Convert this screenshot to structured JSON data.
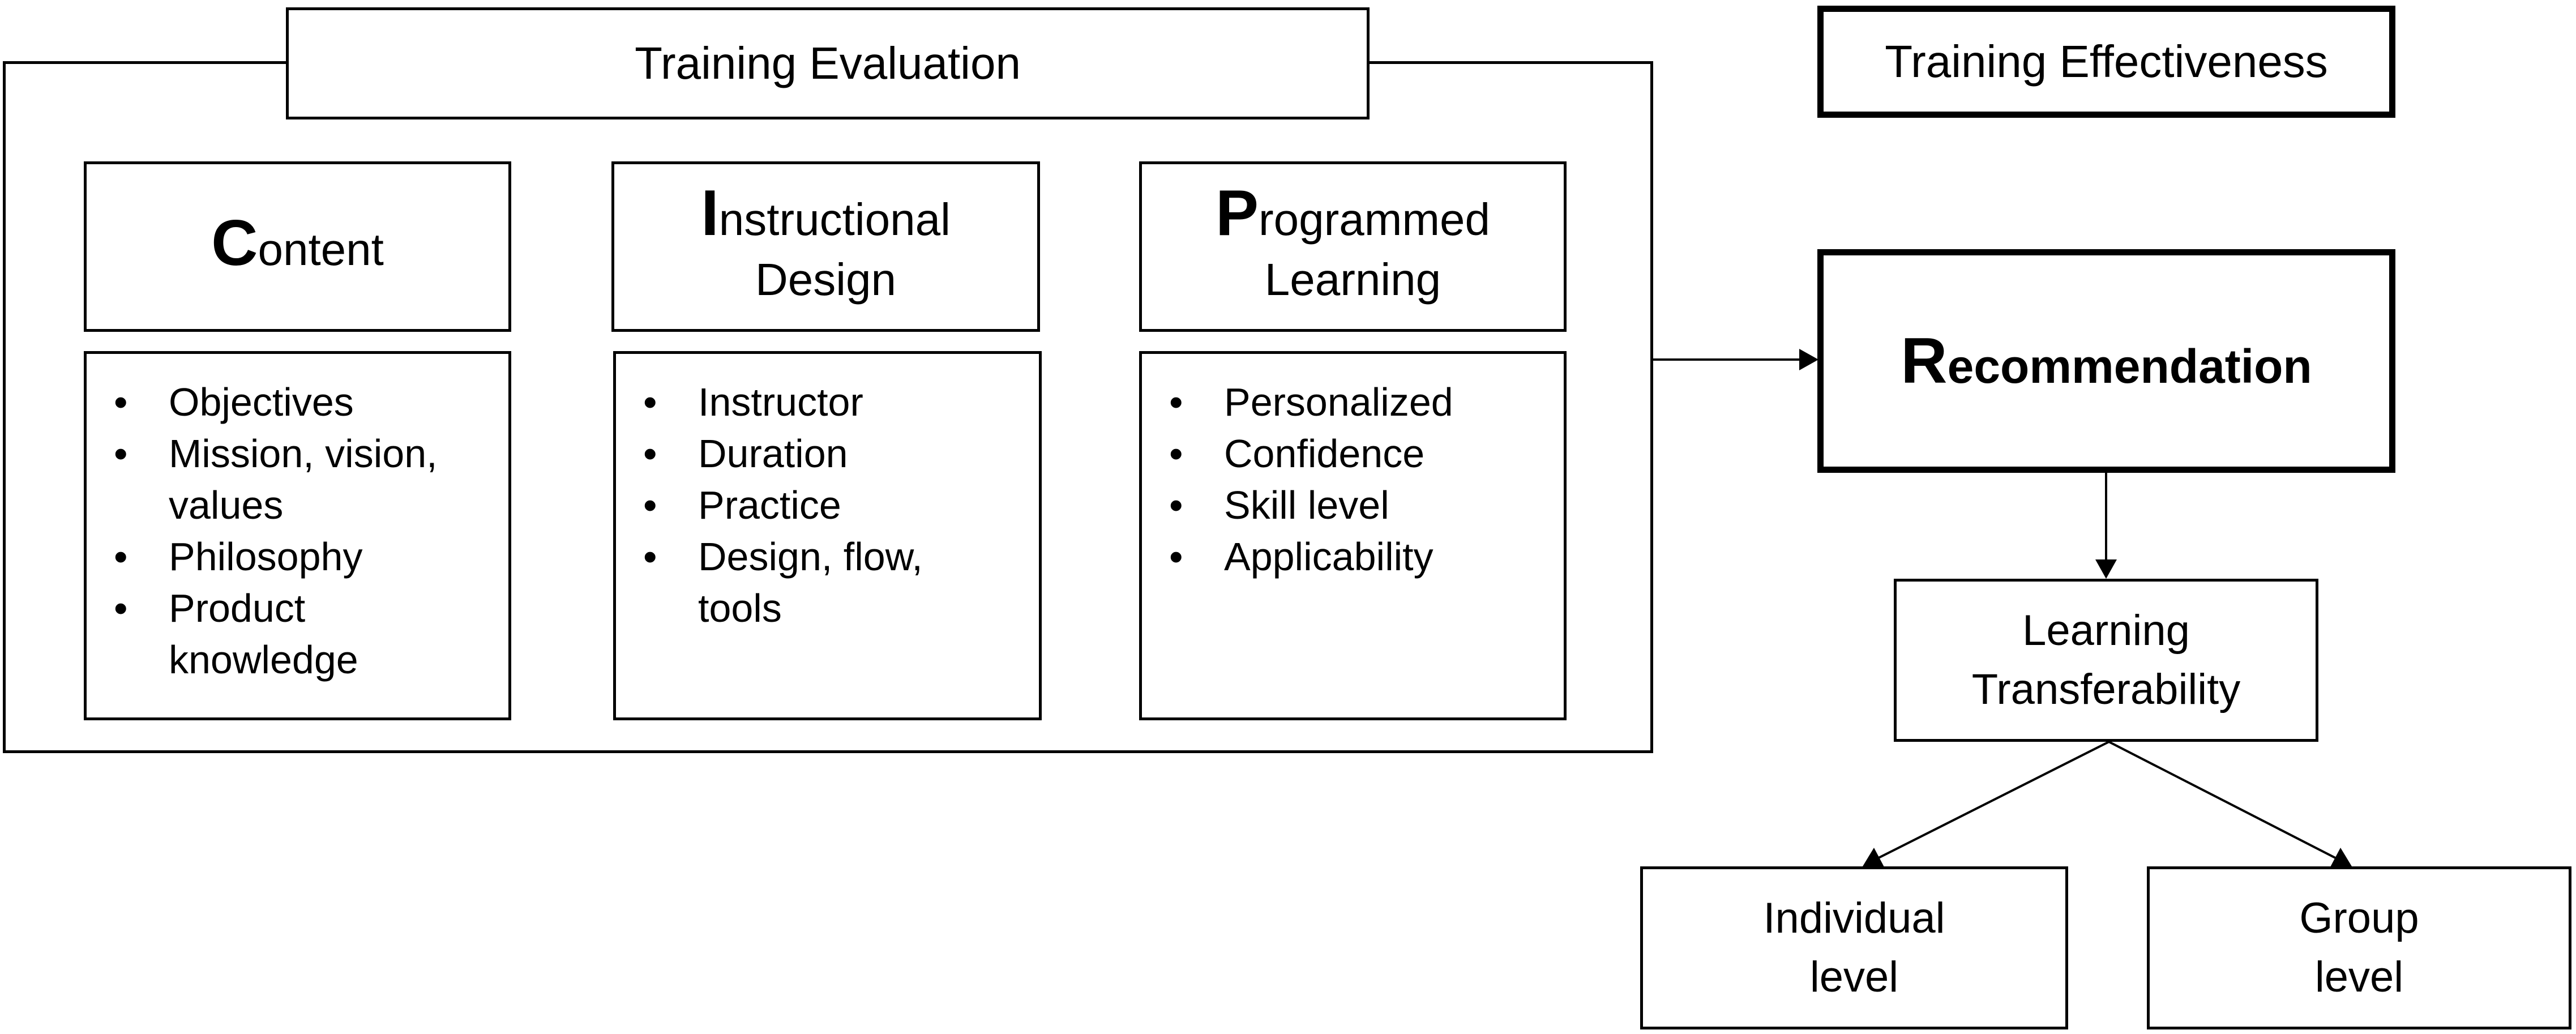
{
  "diagram": {
    "evaluation_title": "Training Evaluation",
    "effectiveness_title": "Training Effectiveness",
    "columns": [
      {
        "head_cap": "C",
        "head_line1": "ontent",
        "head_line2": "",
        "items": [
          "Objectives",
          "Mission, vision, values",
          "Philosophy",
          "Product knowledge"
        ]
      },
      {
        "head_cap": "I",
        "head_line1": "nstructional",
        "head_line2": "Design",
        "items": [
          "Instructor",
          "Duration",
          "Practice",
          "Design, flow, tools"
        ]
      },
      {
        "head_cap": "P",
        "head_line1": "rogrammed",
        "head_line2": "Learning",
        "items": [
          "Personalized",
          "Confidence",
          "Skill level",
          "Applicability"
        ]
      }
    ],
    "recommendation": {
      "cap": "R",
      "rest": "ecommendation"
    },
    "transfer": {
      "line1": "Learning",
      "line2": "Transferability"
    },
    "individual": {
      "line1": "Individual",
      "line2": "level"
    },
    "group": {
      "line1": "Group",
      "line2": "level"
    }
  }
}
